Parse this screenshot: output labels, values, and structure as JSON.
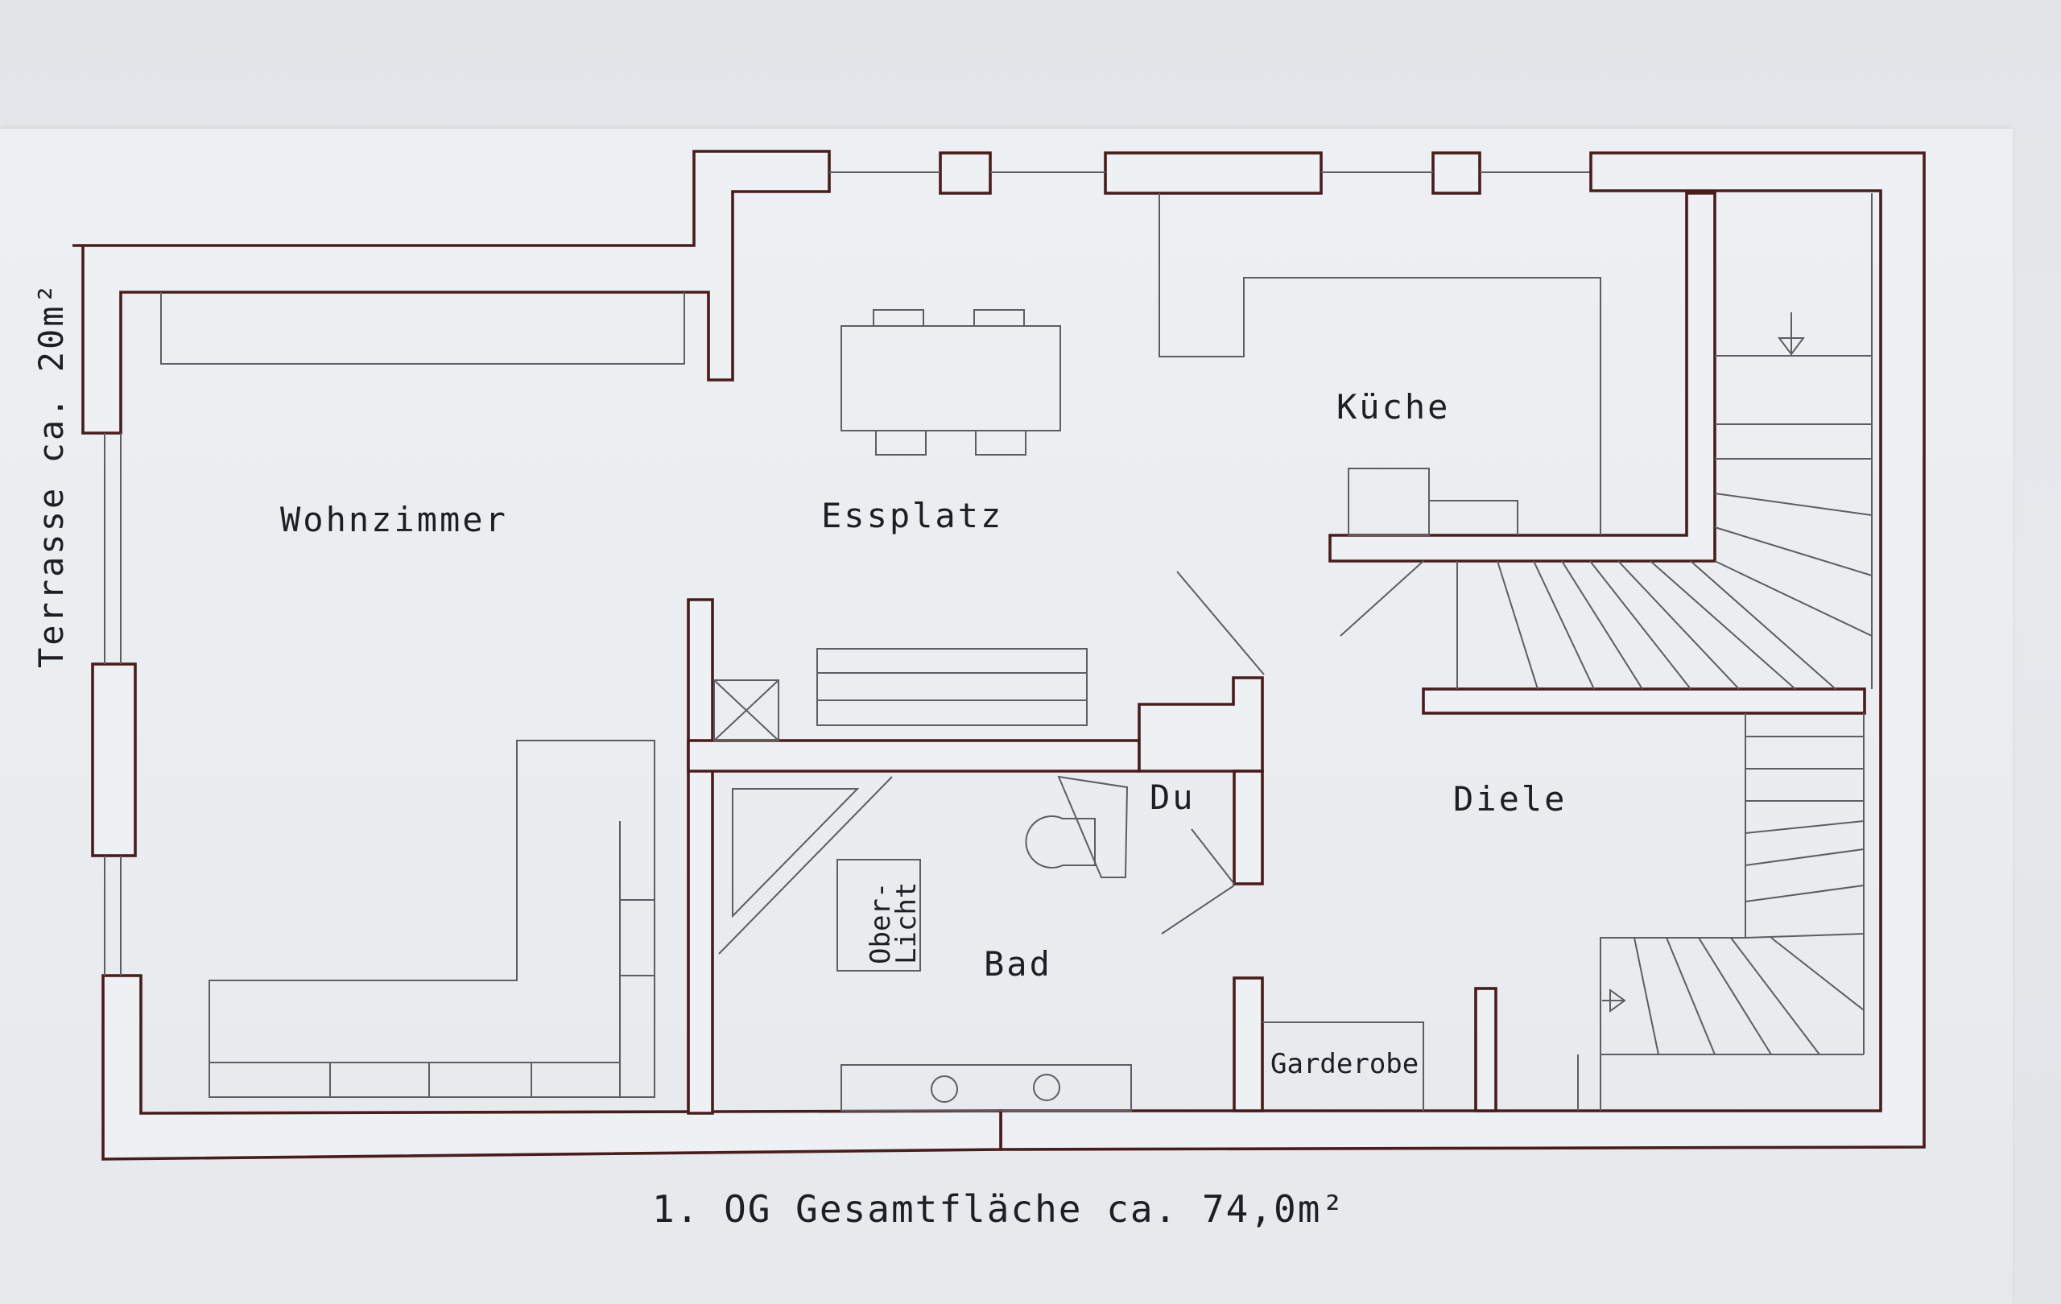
{
  "plan": {
    "caption": "1. OG Gesamtfläche ca. 74,0m²",
    "terrace_label": "Terrasse ca. 20m²",
    "rooms": {
      "wohnzimmer": "Wohnzimmer",
      "essplatz": "Essplatz",
      "kueche": "Küche",
      "diele": "Diele",
      "bad": "Bad",
      "du": "Du",
      "garderobe": "Garderobe",
      "oberlicht_line1": "Ober-",
      "oberlicht_line2": "Licht"
    },
    "colors": {
      "wall_ink": "#4a1c1c",
      "pencil": "#5d5d63",
      "paper": "#ecf0f2"
    }
  }
}
